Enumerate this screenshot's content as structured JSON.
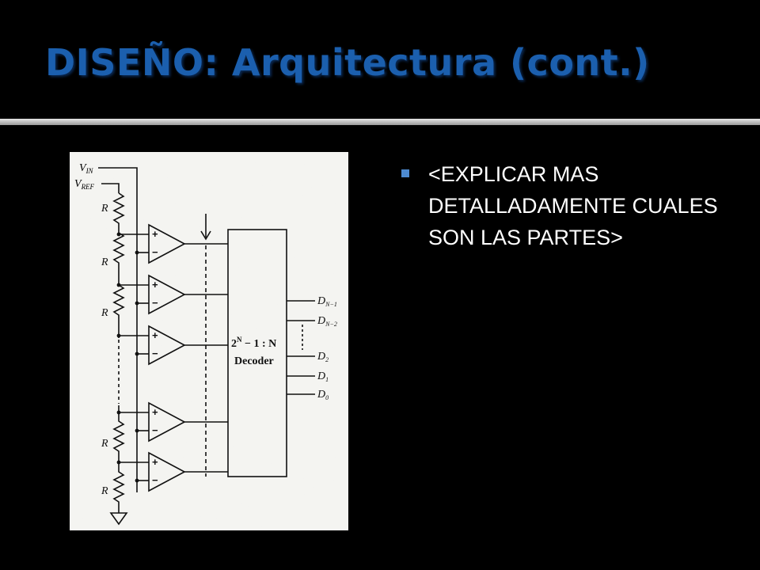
{
  "slide": {
    "title": "DISEÑO: Arquitectura (cont.)",
    "bullets": [
      {
        "text": "<EXPLICAR MAS DETALLADAMENTE CUALES SON LAS PARTES>"
      }
    ]
  },
  "figure": {
    "inputs": {
      "vin": "V",
      "vin_sub": "IN",
      "vref": "V",
      "vref_sub": "REF"
    },
    "resistor_label": "R",
    "comparator_plus": "+",
    "comparator_minus": "−",
    "decoder_line1": "2",
    "decoder_line1_sup": "N",
    "decoder_line1_rest": " − 1 : N",
    "decoder_line2": "Decoder",
    "outputs": [
      {
        "main": "D",
        "sub": "N−1"
      },
      {
        "main": "D",
        "sub": "N−2"
      },
      {
        "main": "D",
        "sub": "2"
      },
      {
        "main": "D",
        "sub": "1"
      },
      {
        "main": "D",
        "sub": "0"
      }
    ]
  },
  "colors": {
    "title": "#1b5fae",
    "bullet": "#4d8ad0",
    "background": "#000000",
    "text": "#ffffff"
  }
}
